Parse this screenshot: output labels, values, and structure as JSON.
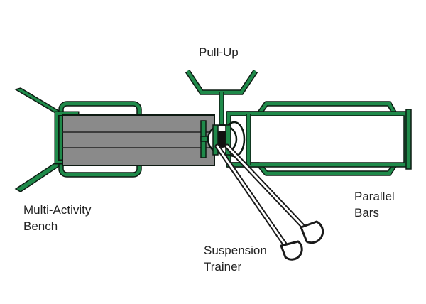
{
  "labels": {
    "pull_up": "Pull-Up",
    "bench": {
      "line1": "Multi-Activity",
      "line2": "Bench"
    },
    "parallel_bars": {
      "line1": "Parallel",
      "line2": "Bars"
    },
    "suspension_trainer": {
      "line1": "Suspension",
      "line2": "Trainer"
    }
  },
  "colors": {
    "frame": "#1f8a4a",
    "outline": "#0d1a12",
    "bench_pad": "#8a8a8a",
    "strap": "#1a1a1a",
    "hub": "#111111",
    "background": "#ffffff"
  }
}
